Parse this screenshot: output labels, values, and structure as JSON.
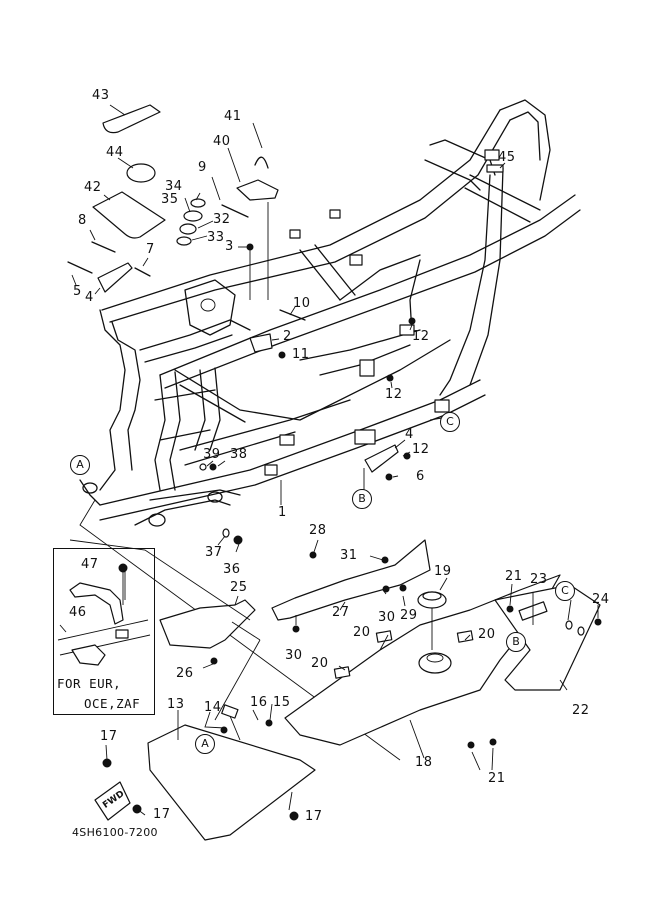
{
  "diagram": {
    "title": "Frame exploded parts diagram",
    "diagram_code": "4SH6100-7200",
    "inset_note": [
      "FOR EUR,",
      "OCE,ZAF"
    ],
    "direction_marker": "FWD",
    "reference_marks": [
      "A",
      "B",
      "C"
    ],
    "callouts": [
      {
        "id": "c1",
        "label": "1"
      },
      {
        "id": "c2",
        "label": "2"
      },
      {
        "id": "c3",
        "label": "3"
      },
      {
        "id": "c4a",
        "label": "4"
      },
      {
        "id": "c4b",
        "label": "4"
      },
      {
        "id": "c5",
        "label": "5"
      },
      {
        "id": "c6",
        "label": "6"
      },
      {
        "id": "c7",
        "label": "7"
      },
      {
        "id": "c8",
        "label": "8"
      },
      {
        "id": "c9",
        "label": "9"
      },
      {
        "id": "c10",
        "label": "10"
      },
      {
        "id": "c11",
        "label": "11"
      },
      {
        "id": "c12a",
        "label": "12"
      },
      {
        "id": "c12b",
        "label": "12"
      },
      {
        "id": "c12c",
        "label": "12"
      },
      {
        "id": "c13",
        "label": "13"
      },
      {
        "id": "c14",
        "label": "14"
      },
      {
        "id": "c15",
        "label": "15"
      },
      {
        "id": "c16",
        "label": "16"
      },
      {
        "id": "c17a",
        "label": "17"
      },
      {
        "id": "c17b",
        "label": "17"
      },
      {
        "id": "c17c",
        "label": "17"
      },
      {
        "id": "c18",
        "label": "18"
      },
      {
        "id": "c19",
        "label": "19"
      },
      {
        "id": "c20a",
        "label": "20"
      },
      {
        "id": "c20b",
        "label": "20"
      },
      {
        "id": "c20c",
        "label": "20"
      },
      {
        "id": "c21a",
        "label": "21"
      },
      {
        "id": "c21b",
        "label": "21"
      },
      {
        "id": "c22",
        "label": "22"
      },
      {
        "id": "c23",
        "label": "23"
      },
      {
        "id": "c24",
        "label": "24"
      },
      {
        "id": "c25",
        "label": "25"
      },
      {
        "id": "c26",
        "label": "26"
      },
      {
        "id": "c27",
        "label": "27"
      },
      {
        "id": "c28",
        "label": "28"
      },
      {
        "id": "c29",
        "label": "29"
      },
      {
        "id": "c30a",
        "label": "30"
      },
      {
        "id": "c30b",
        "label": "30"
      },
      {
        "id": "c31",
        "label": "31"
      },
      {
        "id": "c32",
        "label": "32"
      },
      {
        "id": "c33",
        "label": "33"
      },
      {
        "id": "c34",
        "label": "34"
      },
      {
        "id": "c35",
        "label": "35"
      },
      {
        "id": "c36",
        "label": "36"
      },
      {
        "id": "c37",
        "label": "37"
      },
      {
        "id": "c38",
        "label": "38"
      },
      {
        "id": "c39",
        "label": "39"
      },
      {
        "id": "c40",
        "label": "40"
      },
      {
        "id": "c41",
        "label": "41"
      },
      {
        "id": "c42",
        "label": "42"
      },
      {
        "id": "c43",
        "label": "43"
      },
      {
        "id": "c44",
        "label": "44"
      },
      {
        "id": "c45",
        "label": "45"
      },
      {
        "id": "c46",
        "label": "46"
      },
      {
        "id": "c47",
        "label": "47"
      }
    ],
    "colors": {
      "ink": "#111111",
      "paper": "#ffffff"
    }
  }
}
